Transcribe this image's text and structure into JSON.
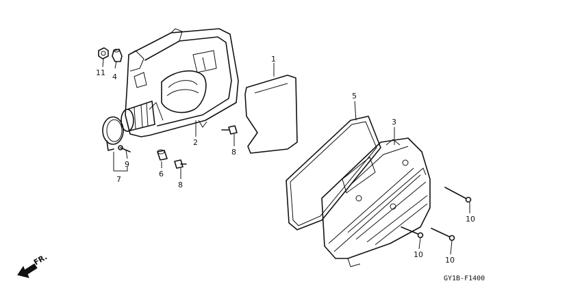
{
  "diagram": {
    "parts": [
      {
        "id": "p1",
        "number": "1"
      },
      {
        "id": "p2",
        "number": "2"
      },
      {
        "id": "p3",
        "number": "3"
      },
      {
        "id": "p4",
        "number": "4"
      },
      {
        "id": "p5",
        "number": "5"
      },
      {
        "id": "p6",
        "number": "6"
      },
      {
        "id": "p7",
        "number": "7"
      },
      {
        "id": "p8a",
        "number": "8"
      },
      {
        "id": "p8b",
        "number": "8"
      },
      {
        "id": "p9",
        "number": "9"
      },
      {
        "id": "p10a",
        "number": "10"
      },
      {
        "id": "p10b",
        "number": "10"
      },
      {
        "id": "p10c",
        "number": "10"
      },
      {
        "id": "p11",
        "number": "11"
      }
    ],
    "direction_label": "FR.",
    "figure_code": "GY1B-F1400"
  }
}
